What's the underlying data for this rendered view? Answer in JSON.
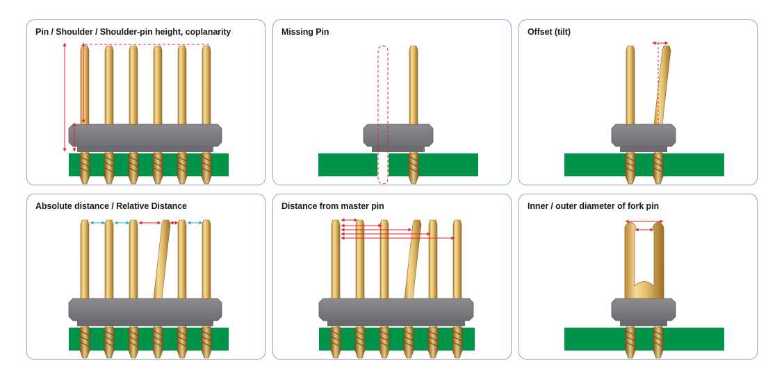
{
  "colors": {
    "border": "#8aa4cc",
    "pcb": "#00934a",
    "housing": "#7c7c80",
    "pin_gold": "#e2bd6e",
    "arrow_red": "#e0202a",
    "arrow_cyan": "#29a9c9"
  },
  "panels": [
    {
      "title": "Pin / Shoulder / Shoulder-pin height, coplanarity"
    },
    {
      "title": "Missing Pin"
    },
    {
      "title": "Offset (tilt)"
    },
    {
      "title": "Absolute distance / Relative Distance"
    },
    {
      "title": "Distance from master pin"
    },
    {
      "title": "Inner / outer diameter of fork pin"
    }
  ]
}
